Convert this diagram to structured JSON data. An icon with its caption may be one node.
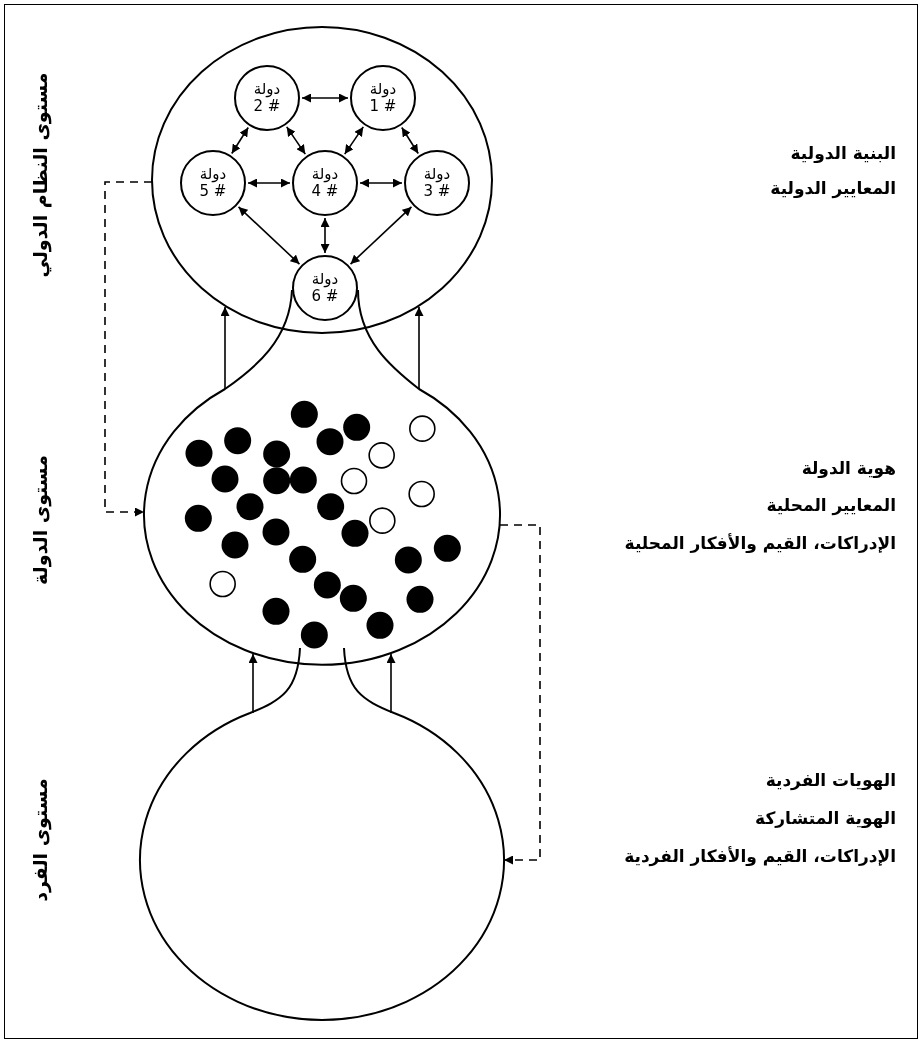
{
  "diagram": {
    "nodes": [
      {
        "text": [],
        "shape": "circle",
        "beside": [
          "البنية الدولية",
          "المعايير الدولية"
        ]
      },
      {
        "text": [
          "دولة # 1"
        ],
        "in": 0
      },
      {
        "text": [
          "دولة # 2"
        ],
        "in": 0
      },
      {
        "text": [
          "دولة # 3"
        ],
        "in": 0
      },
      {
        "text": [
          "دولة # 4"
        ],
        "in": 0
      },
      {
        "text": [
          "دولة # 5"
        ],
        "in": 0
      },
      {
        "text": [
          "دولة # 6"
        ],
        "in": 0
      },
      {
        "text": [],
        "shape": "circle",
        "beside": [
          "هوية الدولة",
          "المعايير المحلية",
          "الإدراكات، القيم والأفكار المحلية"
        ]
      },
      {
        "text": [],
        "shape": "circle",
        "beside": [
          "الهويات الفردية",
          "الهوية المتشاركة",
          "الإدراكات، القيم والأفكار الفردية"
        ]
      }
    ],
    "edges": [
      {
        "from": 1,
        "to": 2,
        "arrow": "both"
      },
      {
        "from": 2,
        "to": 5,
        "arrow": "both"
      },
      {
        "from": 2,
        "to": 4,
        "arrow": "both"
      },
      {
        "from": 1,
        "to": 4,
        "arrow": "both"
      },
      {
        "from": 1,
        "to": 3,
        "arrow": "both"
      },
      {
        "from": 5,
        "to": 4,
        "arrow": "both"
      },
      {
        "from": 4,
        "to": 3,
        "arrow": "both"
      },
      {
        "from": 5,
        "to": 6,
        "arrow": "both"
      },
      {
        "from": 4,
        "to": 6,
        "arrow": "both"
      },
      {
        "from": 3,
        "to": 6,
        "arrow": "both"
      },
      {
        "from": 7,
        "to": 0,
        "arrow": "to"
      },
      {
        "from": 7,
        "to": 0,
        "arrow": "to"
      },
      {
        "from": 8,
        "to": 7,
        "arrow": "to"
      },
      {
        "from": 8,
        "to": 7,
        "arrow": "to"
      },
      {
        "from": 0,
        "to": 7,
        "arrow": "to",
        "style": "dashed"
      },
      {
        "from": 7,
        "to": 8,
        "arrow": "to",
        "style": "dashed"
      }
    ],
    "labels": [
      "مستوى النظام الدولي",
      "مستوى الدولة",
      "مستوى الفرد"
    ]
  }
}
